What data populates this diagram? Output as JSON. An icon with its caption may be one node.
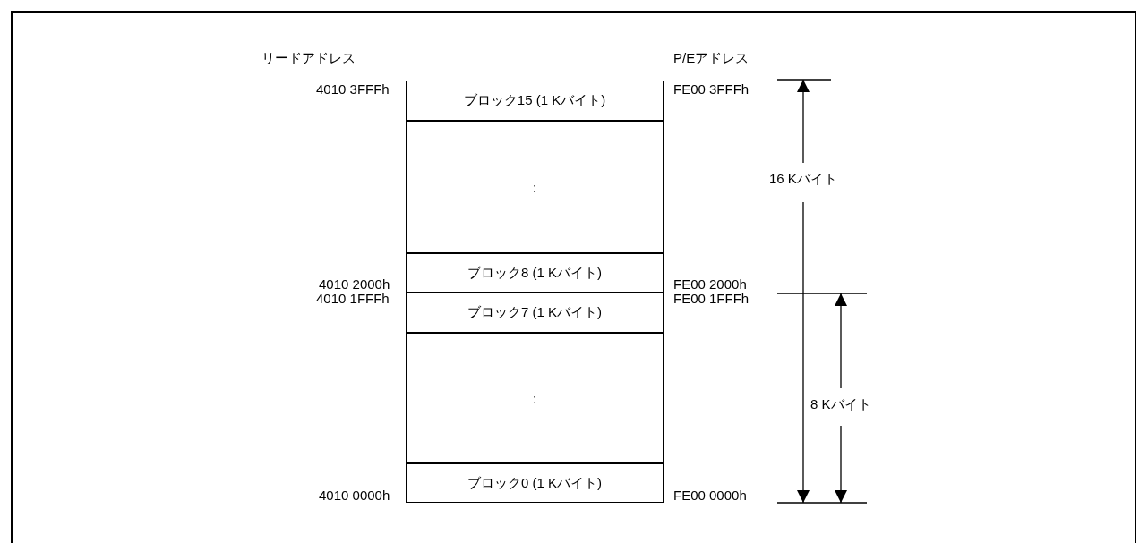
{
  "diagram": {
    "nodes": [
      {
        "text": [
          "ブロック15 (1 Kバイト)"
        ]
      },
      {
        "text": [
          ":"
        ]
      },
      {
        "text": [
          "ブロック8 (1 Kバイト)"
        ]
      },
      {
        "text": [
          "ブロック7 (1 Kバイト)"
        ]
      },
      {
        "text": [
          ":"
        ]
      },
      {
        "text": [
          "ブロック0 (1 Kバイト)"
        ]
      }
    ],
    "edges": [],
    "labels": [
      "リードアドレス",
      "P/Eアドレス",
      "4010 3FFFh",
      "FE00 3FFFh",
      "16 Kバイト",
      "4010 2000h",
      "FE00 2000h",
      "4010 1FFFh",
      "FE00 1FFFh",
      "8 Kバイト",
      "4010 0000h",
      "FE00 0000h"
    ]
  }
}
